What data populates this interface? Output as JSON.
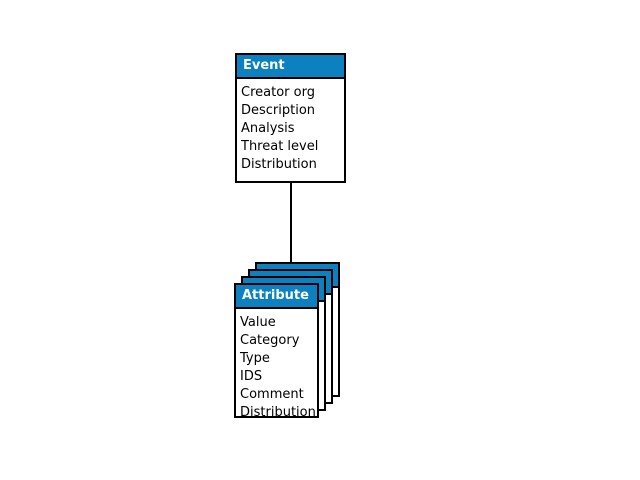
{
  "diagram": {
    "type": "uml-class-diagram",
    "background_color": "#ffffff",
    "accent_color": "#0d80c0",
    "border_color": "#000000",
    "header_text_color": "#ffffff",
    "body_text_color": "#000000"
  },
  "entities": {
    "event": {
      "title": "Event",
      "attributes": [
        "Creator org",
        "Description",
        "Analysis",
        "Threat level",
        "Distribution"
      ]
    },
    "attribute": {
      "title": "Attribute",
      "stack_count": 4,
      "attributes": [
        "Value",
        "Category",
        "Type",
        "IDS",
        "Comment",
        "Distribution"
      ]
    }
  },
  "connector": {
    "label": "",
    "from": "event",
    "to": "attribute",
    "style": "solid-line"
  }
}
